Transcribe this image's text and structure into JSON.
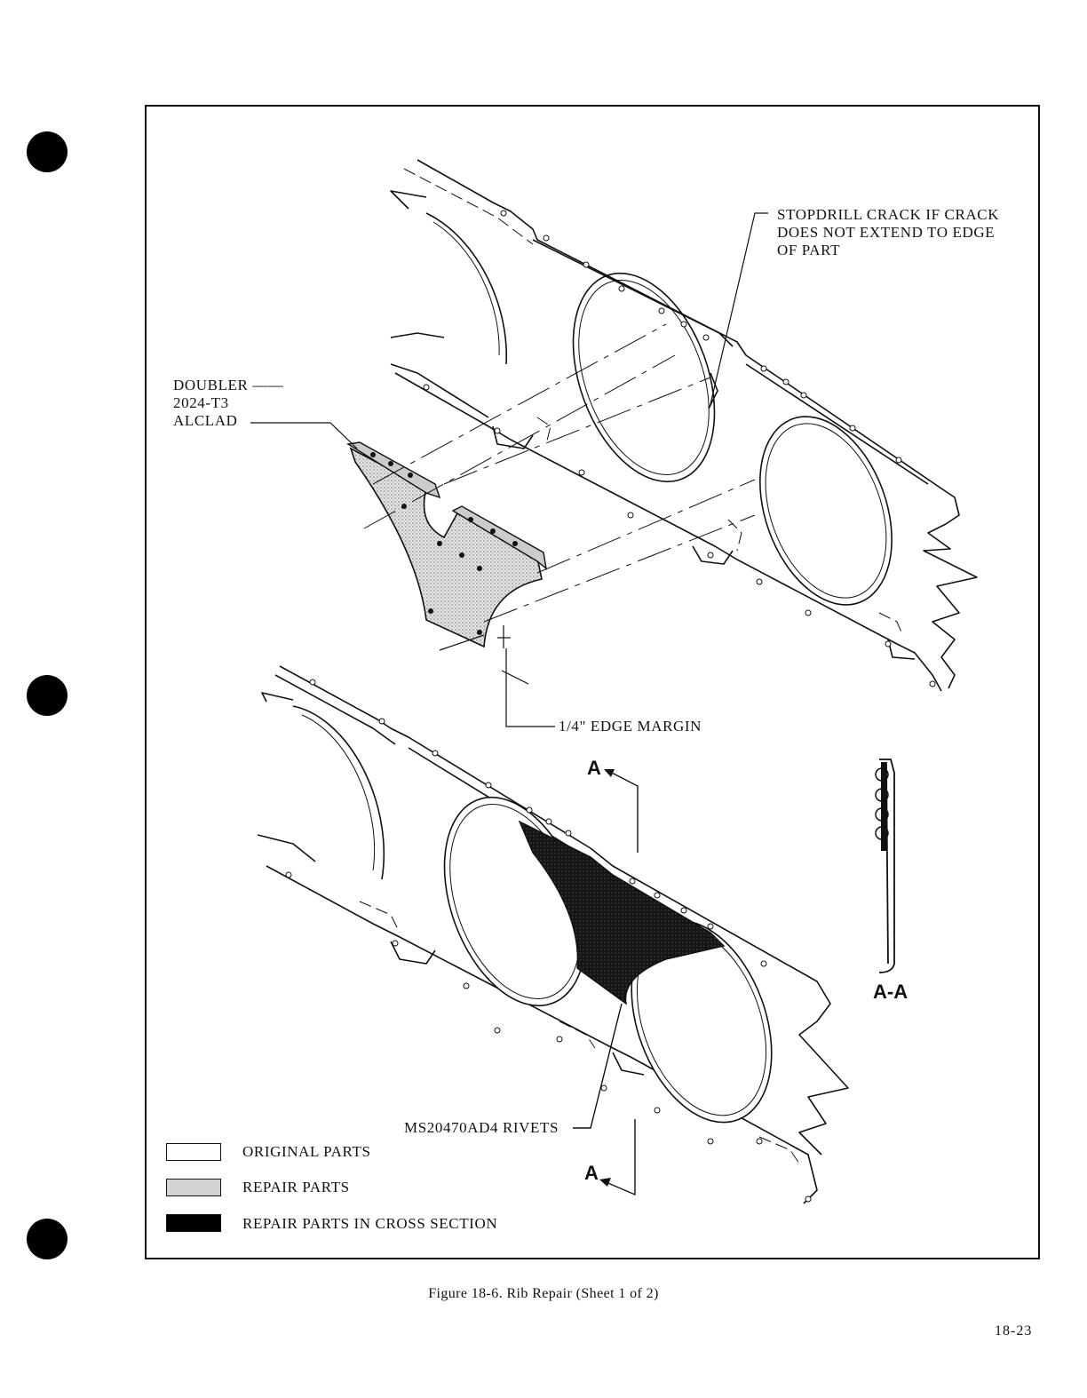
{
  "labels": {
    "stopdrill": [
      "STOPDRILL CRACK IF CRACK",
      "DOES NOT EXTEND TO EDGE",
      "OF PART"
    ],
    "doubler": [
      "DOUBLER ——",
      "2024-T3",
      "ALCLAD"
    ],
    "edge_margin": "1/4\" EDGE MARGIN",
    "rivets": "MS20470AD4 RIVETS",
    "section_marker": "A",
    "section_view": "A-A"
  },
  "legend": [
    {
      "label": "ORIGINAL PARTS",
      "fill": "#ffffff"
    },
    {
      "label": "REPAIR PARTS",
      "fill": "#d4d4d4"
    },
    {
      "label": "REPAIR PARTS IN CROSS SECTION",
      "fill": "#000000"
    }
  ],
  "caption": "Figure 18-6.  Rib Repair (Sheet 1 of 2)",
  "page_number": "18-23"
}
